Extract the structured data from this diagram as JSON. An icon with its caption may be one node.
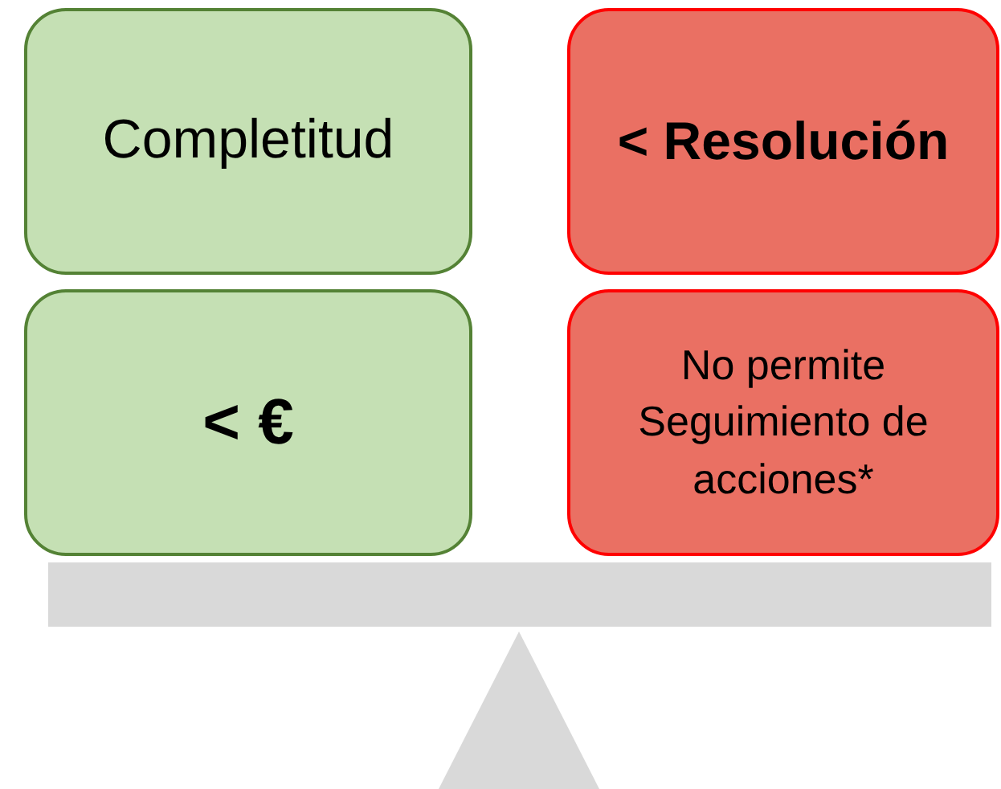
{
  "diagram": {
    "nodes": [
      {
        "text": [
          "Completitud"
        ]
      },
      {
        "text": [
          "< Resolución"
        ]
      },
      {
        "text": [
          "< €"
        ]
      },
      {
        "text": [
          "No permite Seguimiento de acciones*"
        ]
      }
    ]
  }
}
